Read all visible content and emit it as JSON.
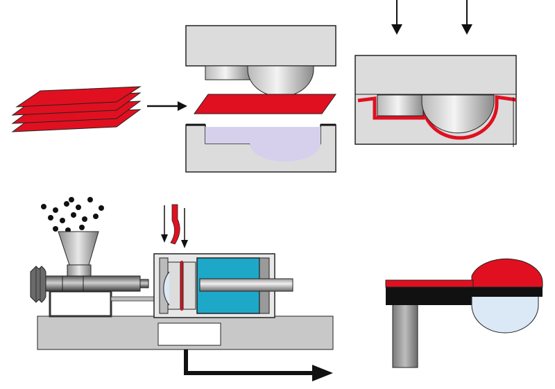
{
  "colors": {
    "film_red": "#e01020",
    "mold_gray": "#dcdcdc",
    "cavity_lavender": "#d6d0ec",
    "lens_blue": "#dbe8f6",
    "cylinder_cyan": "#1ea8c8",
    "steel_dark": "#5a5a5a",
    "machine_base": "#c8c8c8",
    "outline": "#222222",
    "arrow_black": "#111111",
    "pellet_black": "#111111"
  },
  "diagram": {
    "stages": [
      "film-stack",
      "forming-mold-open",
      "forming-mold-closed",
      "injection-molding-machine",
      "finished-part-section"
    ]
  }
}
